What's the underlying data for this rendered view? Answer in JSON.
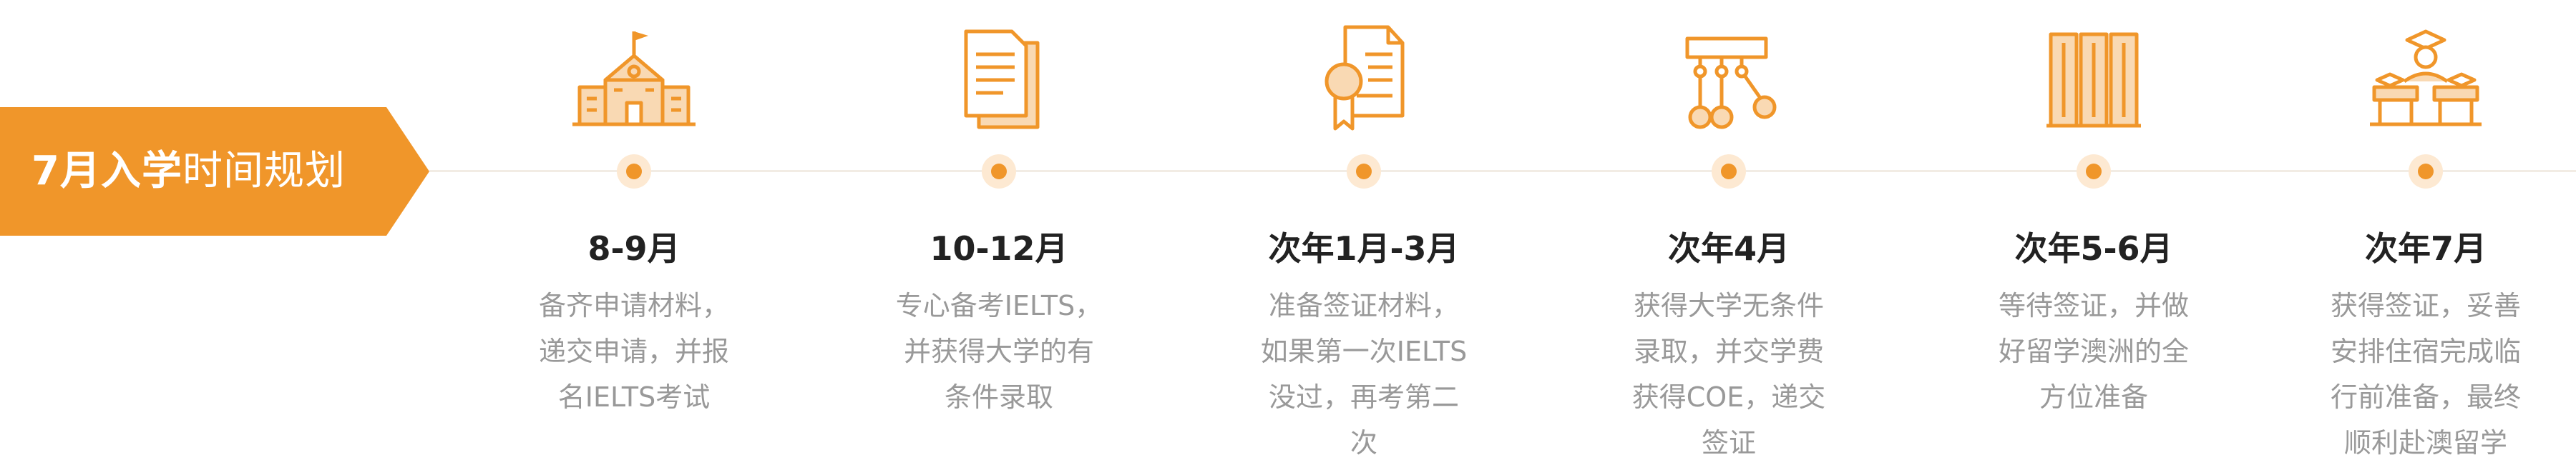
{
  "banner": {
    "title_bold": "7月入学",
    "title_light": "时间规划"
  },
  "colors": {
    "accent": "#f0962a",
    "icon_fill": "#f9d9b3",
    "line": "#f2ece4",
    "period_text": "#222222",
    "desc_text": "#999999"
  },
  "stages": [
    {
      "icon": "school-building-icon",
      "period": "8-9月",
      "description": "备齐申请材料，递交申请，并报名IELTS考试"
    },
    {
      "icon": "document-icon",
      "period": "10-12月",
      "description": "专心备考IELTS，并获得大学的有条件录取"
    },
    {
      "icon": "certificate-icon",
      "period": "次年1月-3月",
      "description": "准备签证材料，如果第一次IELTS没过，再考第二次"
    },
    {
      "icon": "network-nodes-icon",
      "period": "次年4月",
      "description": "获得大学无条件录取，并交学费获得COE，递交签证"
    },
    {
      "icon": "books-icon",
      "period": "次年5-6月",
      "description": "等待签证，并做好留学澳洲的全方位准备"
    },
    {
      "icon": "graduates-icon",
      "period": "次年7月",
      "description": "获得签证，妥善安排住宿完成临行前准备，最终顺利赴澳留学"
    }
  ]
}
